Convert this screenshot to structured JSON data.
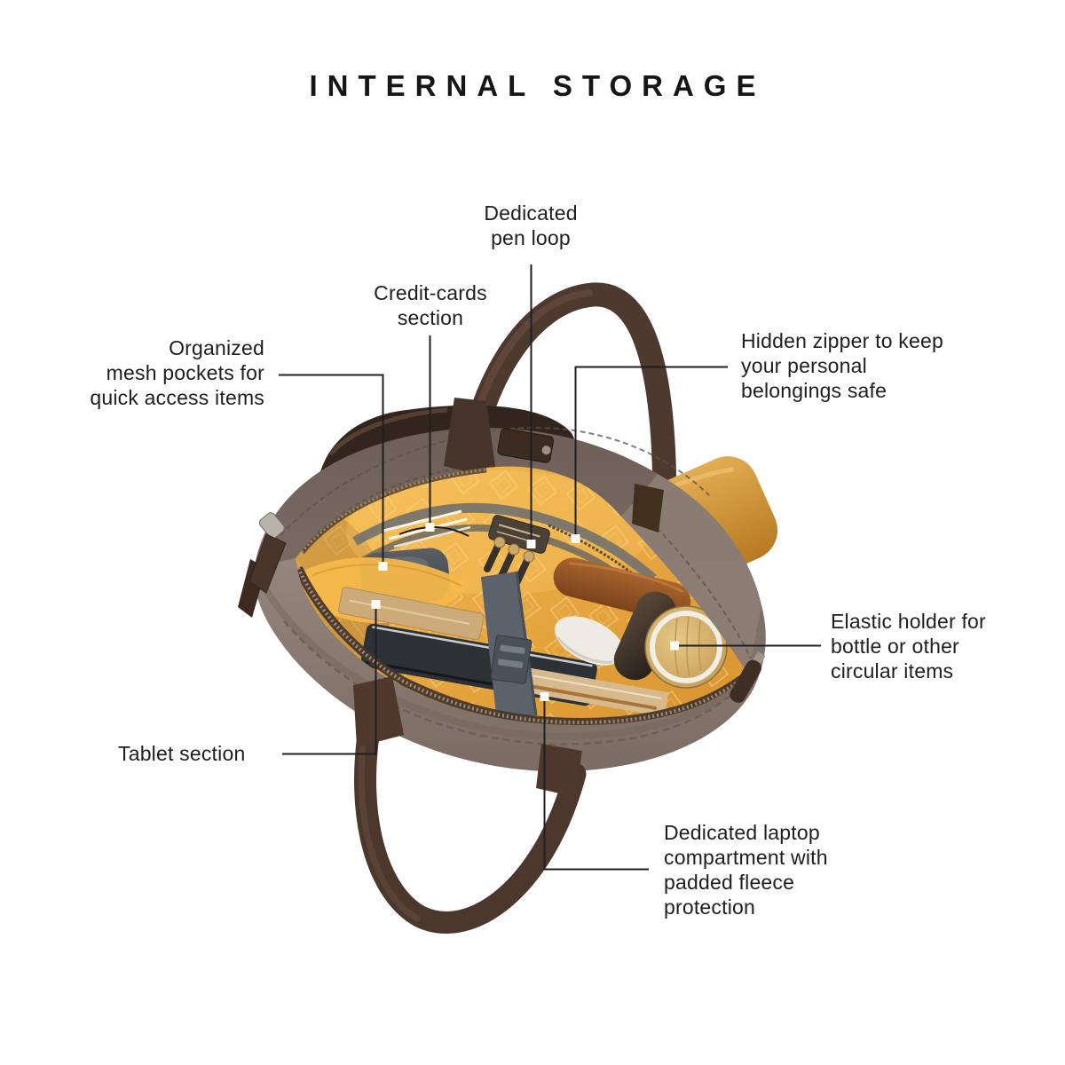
{
  "title": "INTERNAL STORAGE",
  "callouts": {
    "pen_loop": {
      "text": "Dedicated\npen loop"
    },
    "credit_cards": {
      "text": "Credit-cards\nsection"
    },
    "mesh_pockets": {
      "text": "Organized\nmesh pockets for\nquick access items"
    },
    "hidden_zipper": {
      "text": "Hidden zipper to keep\nyour personal\nbelongings safe"
    },
    "elastic_holder": {
      "text": "Elastic holder for\nbottle or other\ncircular items"
    },
    "tablet": {
      "text": "Tablet section"
    },
    "laptop": {
      "text": "Dedicated laptop\ncompartment with\npadded fleece\nprotection"
    }
  },
  "colors": {
    "background": "#ffffff",
    "title_text": "#161616",
    "label_text": "#1e1e1e",
    "leader_line": "#1f1f1f",
    "marker_white": "#ffffff",
    "bag_shell_taupe": "#84756D",
    "bag_leather_brown": "#4A352B",
    "lining_yellow": "#E9A63D",
    "pocket_yellow": "#F3B74A",
    "strap_gray": "#5B626B",
    "camel_pouch": "#C98B33",
    "bamboo_lid": "#D8B670",
    "laptop_dark": "#2C3136",
    "kraft_paper": "#CCA878"
  }
}
